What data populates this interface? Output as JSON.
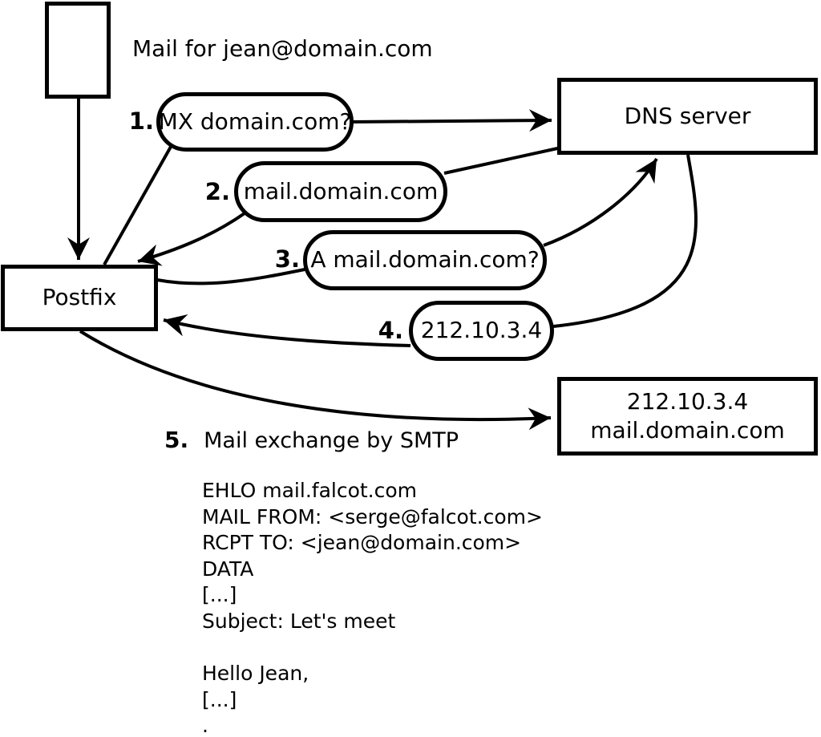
{
  "title": "Mail for jean@domain.com",
  "nodes": {
    "postfix": "Postfix",
    "dns_server": "DNS server",
    "mail_server_line1": "212.10.3.4",
    "mail_server_line2": "mail.domain.com"
  },
  "steps": [
    {
      "num": "1.",
      "label": "MX domain.com?"
    },
    {
      "num": "2.",
      "label": "mail.domain.com"
    },
    {
      "num": "3.",
      "label": "A mail.domain.com?"
    },
    {
      "num": "4.",
      "label": "212.10.3.4"
    },
    {
      "num": "5.",
      "label": "Mail exchange by SMTP"
    }
  ],
  "smtp_session": [
    "EHLO mail.falcot.com",
    "MAIL FROM: <serge@falcot.com>",
    "RCPT TO: <jean@domain.com>",
    "DATA",
    "[...]",
    "Subject: Let's meet",
    "",
    "Hello Jean,",
    "[...]",
    "."
  ],
  "colors": {
    "line": "#000000",
    "background": "#ffffff"
  }
}
